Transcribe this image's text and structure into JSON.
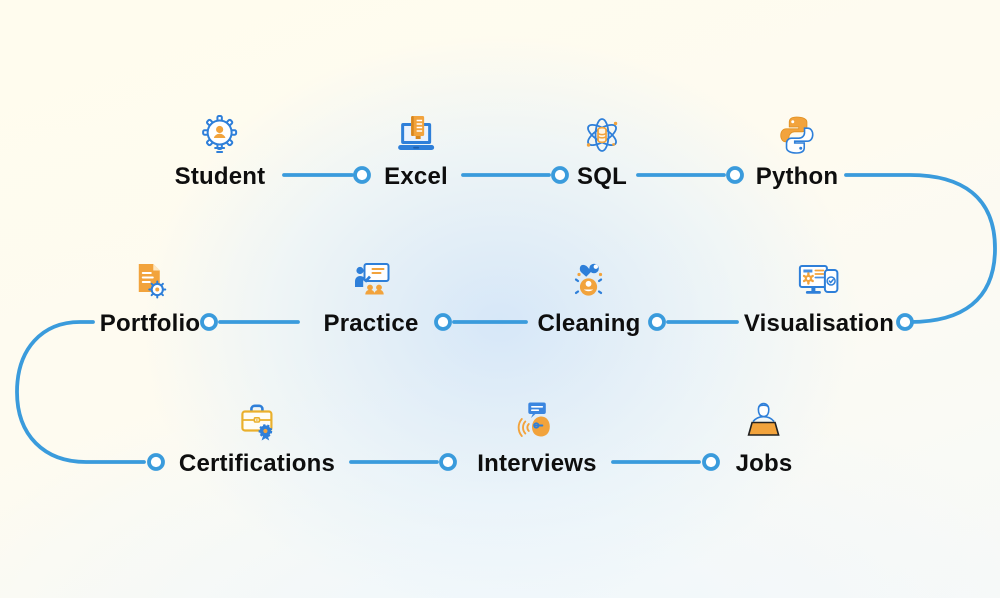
{
  "diagram": {
    "type": "roadmap-flow",
    "description": "Data career learning path flow from Student to Jobs",
    "flow_order": [
      "Student",
      "Excel",
      "SQL",
      "Python",
      "Visualisation",
      "Cleaning",
      "Practice",
      "Portfolio",
      "Certifications",
      "Interviews",
      "Jobs"
    ]
  },
  "colors": {
    "connector_line": "#3a9bdc",
    "node_ring": "#3a9bdc",
    "icon_blue": "#2e7fd9",
    "icon_orange": "#f2a33c",
    "label_text": "#0e0e0e",
    "background_center": "#dcebf8",
    "background_corner": "#fffcee"
  },
  "nodes": [
    {
      "id": "student",
      "label": "Student",
      "icon": "student-gear-icon",
      "row": 1
    },
    {
      "id": "excel",
      "label": "Excel",
      "icon": "laptop-spreadsheet-icon",
      "row": 1
    },
    {
      "id": "sql",
      "label": "SQL",
      "icon": "atom-database-icon",
      "row": 1
    },
    {
      "id": "python",
      "label": "Python",
      "icon": "python-logo-icon",
      "row": 1
    },
    {
      "id": "visualisation",
      "label": "Visualisation",
      "icon": "monitor-phone-icon",
      "row": 2
    },
    {
      "id": "cleaning",
      "label": "Cleaning",
      "icon": "bug-wrench-icon",
      "row": 2
    },
    {
      "id": "practice",
      "label": "Practice",
      "icon": "presenter-board-icon",
      "row": 2
    },
    {
      "id": "portfolio",
      "label": "Portfolio",
      "icon": "document-gear-icon",
      "row": 2
    },
    {
      "id": "certifications",
      "label": "Certifications",
      "icon": "briefcase-badge-icon",
      "row": 3
    },
    {
      "id": "interviews",
      "label": "Interviews",
      "icon": "chat-speaker-icon",
      "row": 3
    },
    {
      "id": "jobs",
      "label": "Jobs",
      "icon": "person-desk-icon",
      "row": 3
    }
  ]
}
